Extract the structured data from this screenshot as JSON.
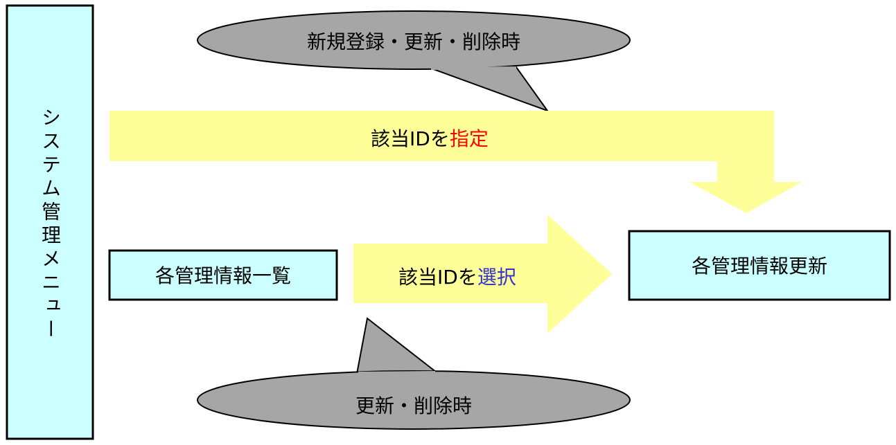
{
  "system_menu": {
    "label": "システム管理メニュー",
    "fill": "#CCFFFF"
  },
  "callout_top": {
    "label": "新規登録・更新・削除時",
    "fill": "#A6A6A6"
  },
  "callout_bottom": {
    "label": "更新・削除時",
    "fill": "#A6A6A6"
  },
  "arrow_top": {
    "prefix": "該当IDを",
    "emphasis": "指定",
    "emphasis_color": "#FF0000",
    "fill": "#FFFF99"
  },
  "arrow_middle": {
    "prefix": "該当IDを",
    "emphasis": "選択",
    "emphasis_color": "#3333CC",
    "fill": "#FFFF99"
  },
  "box_list": {
    "label": "各管理情報一覧"
  },
  "box_update": {
    "label": "各管理情報更新"
  }
}
